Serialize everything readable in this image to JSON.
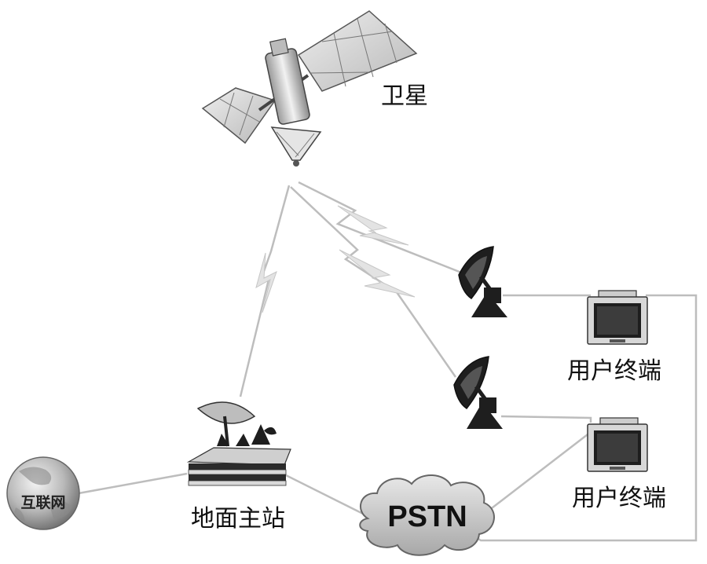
{
  "labels": {
    "satellite": "卫星",
    "ground_station": "地面主站",
    "internet": "互联网",
    "pstn": "PSTN",
    "user_terminal_1": "用户终端",
    "user_terminal_2": "用户终端"
  },
  "colors": {
    "background": "#ffffff",
    "link_line": "#bdbdbd",
    "dark_equipment": "#1e1e1e",
    "panel_gray": "#d7d7d7",
    "cloud_gray": "#cfcfcf"
  },
  "icons": {
    "satellite": "satellite-icon",
    "ground_station": "ground-station-icon",
    "dish": "satellite-dish-icon",
    "monitor": "monitor-icon",
    "globe": "globe-icon",
    "cloud": "cloud-icon"
  }
}
